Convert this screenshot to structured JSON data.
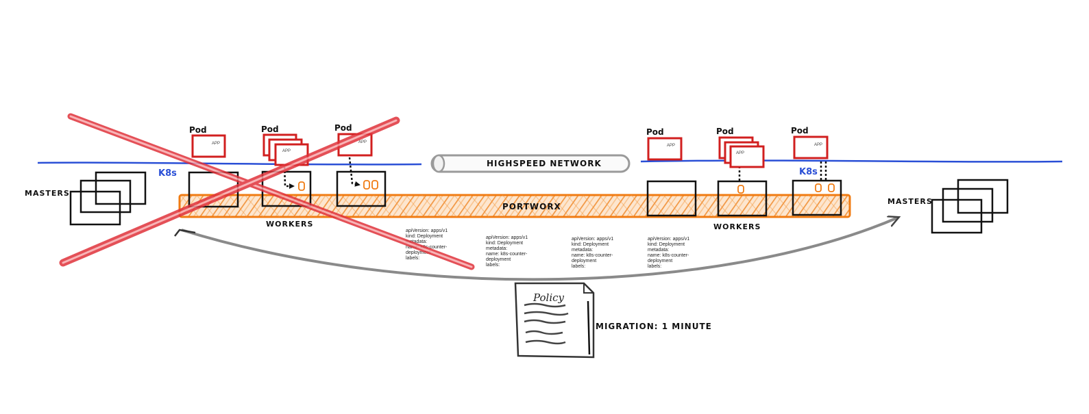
{
  "colors": {
    "network_line": "#2a4fd6",
    "pod": "#d11f1f",
    "portworx": "#f07b12",
    "cross": "#e0323a",
    "ink": "#111111",
    "arrow": "#666666"
  },
  "labels": {
    "masters_left": "MASTERS",
    "masters_right": "MASTERS",
    "workers_left": "WORKERS",
    "workers_right": "WORKERS",
    "k8s_left": "K8s",
    "k8s_right": "K8s",
    "highspeed": "HIGHSPEED NETWORK",
    "portworx": "PORTWORX",
    "migration": "MIGRATION: 1 MINUTE",
    "policy": "Policy"
  },
  "pods": [
    {
      "label": "Pod",
      "app": "APP"
    },
    {
      "label": "Pod",
      "app": "APP"
    },
    {
      "label": "Pod",
      "app": "APP"
    },
    {
      "label": "Pod",
      "app": "APP"
    },
    {
      "label": "Pod",
      "app": "APP"
    },
    {
      "label": "Pod",
      "app": "APP"
    }
  ],
  "yaml_snippets": [
    [
      "apiVersion: apps/v1",
      "kind: Deployment",
      "metadata:",
      "  name: k8s-counter-",
      "deployment",
      "  labels:"
    ],
    [
      "apiVersion: apps/v1",
      "kind: Deployment",
      "metadata:",
      "  name: k8s-counter-",
      "deployment",
      "  labels:"
    ],
    [
      "apiVersion: apps/v1",
      "kind: Deployment",
      "metadata:",
      "  name: k8s-counter-",
      "deployment",
      "  labels:"
    ],
    [
      "apiVersion: apps/v1",
      "kind: Deployment",
      "metadata:",
      "  name: k8s-counter-",
      "deployment",
      "  labels:"
    ]
  ]
}
